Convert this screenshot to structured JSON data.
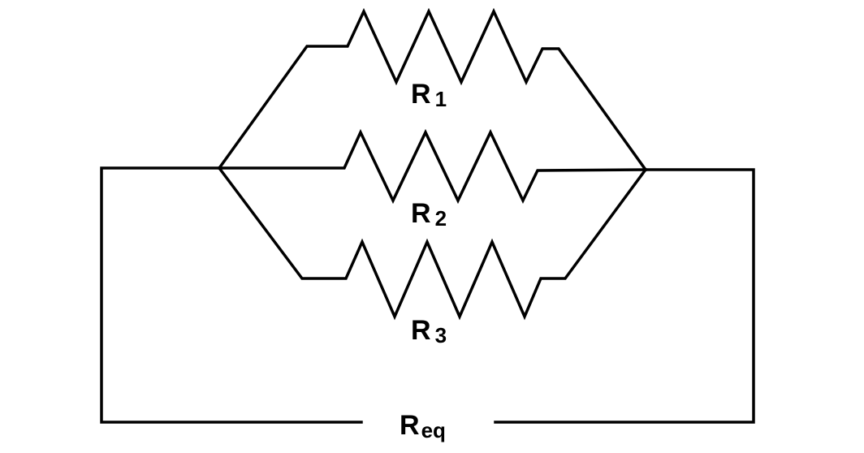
{
  "colors": {
    "ink": "#000000",
    "background": "#ffffff"
  },
  "resistors": [
    {
      "symbol": "R",
      "subscript": "1"
    },
    {
      "symbol": "R",
      "subscript": "2"
    },
    {
      "symbol": "R",
      "subscript": "3"
    }
  ],
  "equivalent": {
    "symbol": "R",
    "subscript": "eq"
  }
}
